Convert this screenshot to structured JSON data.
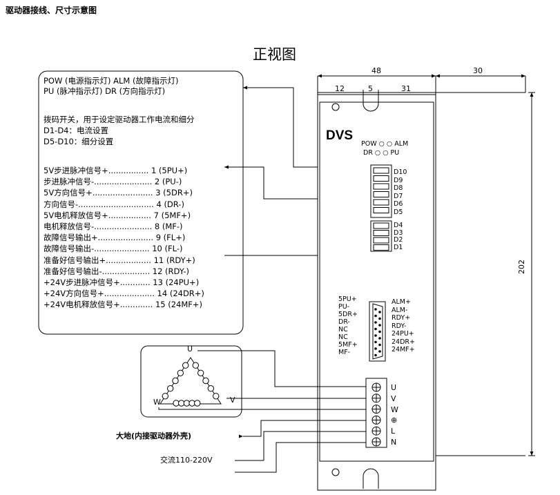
{
  "page_heading": "驱动器接线、尺寸示意图",
  "view_title": "正视图",
  "dimensions": {
    "top_left": "48",
    "top_right": "30",
    "seg_a": "12",
    "seg_b": "5",
    "seg_c": "31",
    "height": "202"
  },
  "panel": {
    "brand": "DVS",
    "led_row1": "POW ○ ○ ALM",
    "led_row2": "DR ○ ○ PU",
    "dip_top": [
      "D10",
      "D9",
      "D8",
      "D7",
      "D6",
      "D5"
    ],
    "dip_bottom": [
      "D4",
      "D3",
      "D2",
      "D1"
    ],
    "conn_left": [
      "5PU+",
      "PU-",
      "5DR+",
      "DR-",
      "NC",
      "NC",
      "5MF+",
      "MF-"
    ],
    "conn_right": [
      "ALM+",
      "ALM-",
      "RDY+",
      "RDY-",
      "24PU+",
      "24DR+",
      "24MF+"
    ],
    "terminals": [
      "U",
      "V",
      "W",
      "⊕",
      "L",
      "N"
    ]
  },
  "info_box": {
    "led_line1": "POW (电源指示灯)   ALM (故障指示灯)",
    "led_line2": "PU  (脉冲指示灯)   DR (方向指示灯)",
    "dip_line1": "拨码开关，用于设定驱动器工作电流和细分",
    "dip_line2": "D1-D4：电流设置",
    "dip_line3": "D5-D10：细分设置",
    "signals": [
      "5V步进脉冲信号+................ 1 (5PU+)",
      "步进脉冲信号-....................... 2 (PU-)",
      "5V方向信号+........................ 3 (5DR+)",
      "方向信号-.............................. 4 (DR-)",
      "5V电机释放信号+................. 7 (5MF+)",
      "电机释放信号-....................... 8 (MF-)",
      "故障信号输出+...................... 9 (FL+)",
      "故障信号输出-...................... 10 (FL-)",
      "准备好信号输出+.................. 11 (RDY+)",
      "准备好信号输出-................... 12 (RDY-)",
      "+24V步进脉冲信号+............ 13 (24PU+)",
      "+24V方向信号+.................... 14 (24DR+)",
      "+24V电机释放信号+............. 15 (24MF+)"
    ]
  },
  "motor": {
    "u": "U",
    "v": "V",
    "w": "W"
  },
  "labels": {
    "ground": "大地(内接驱动器外壳)",
    "ac": "交流110-220V"
  }
}
